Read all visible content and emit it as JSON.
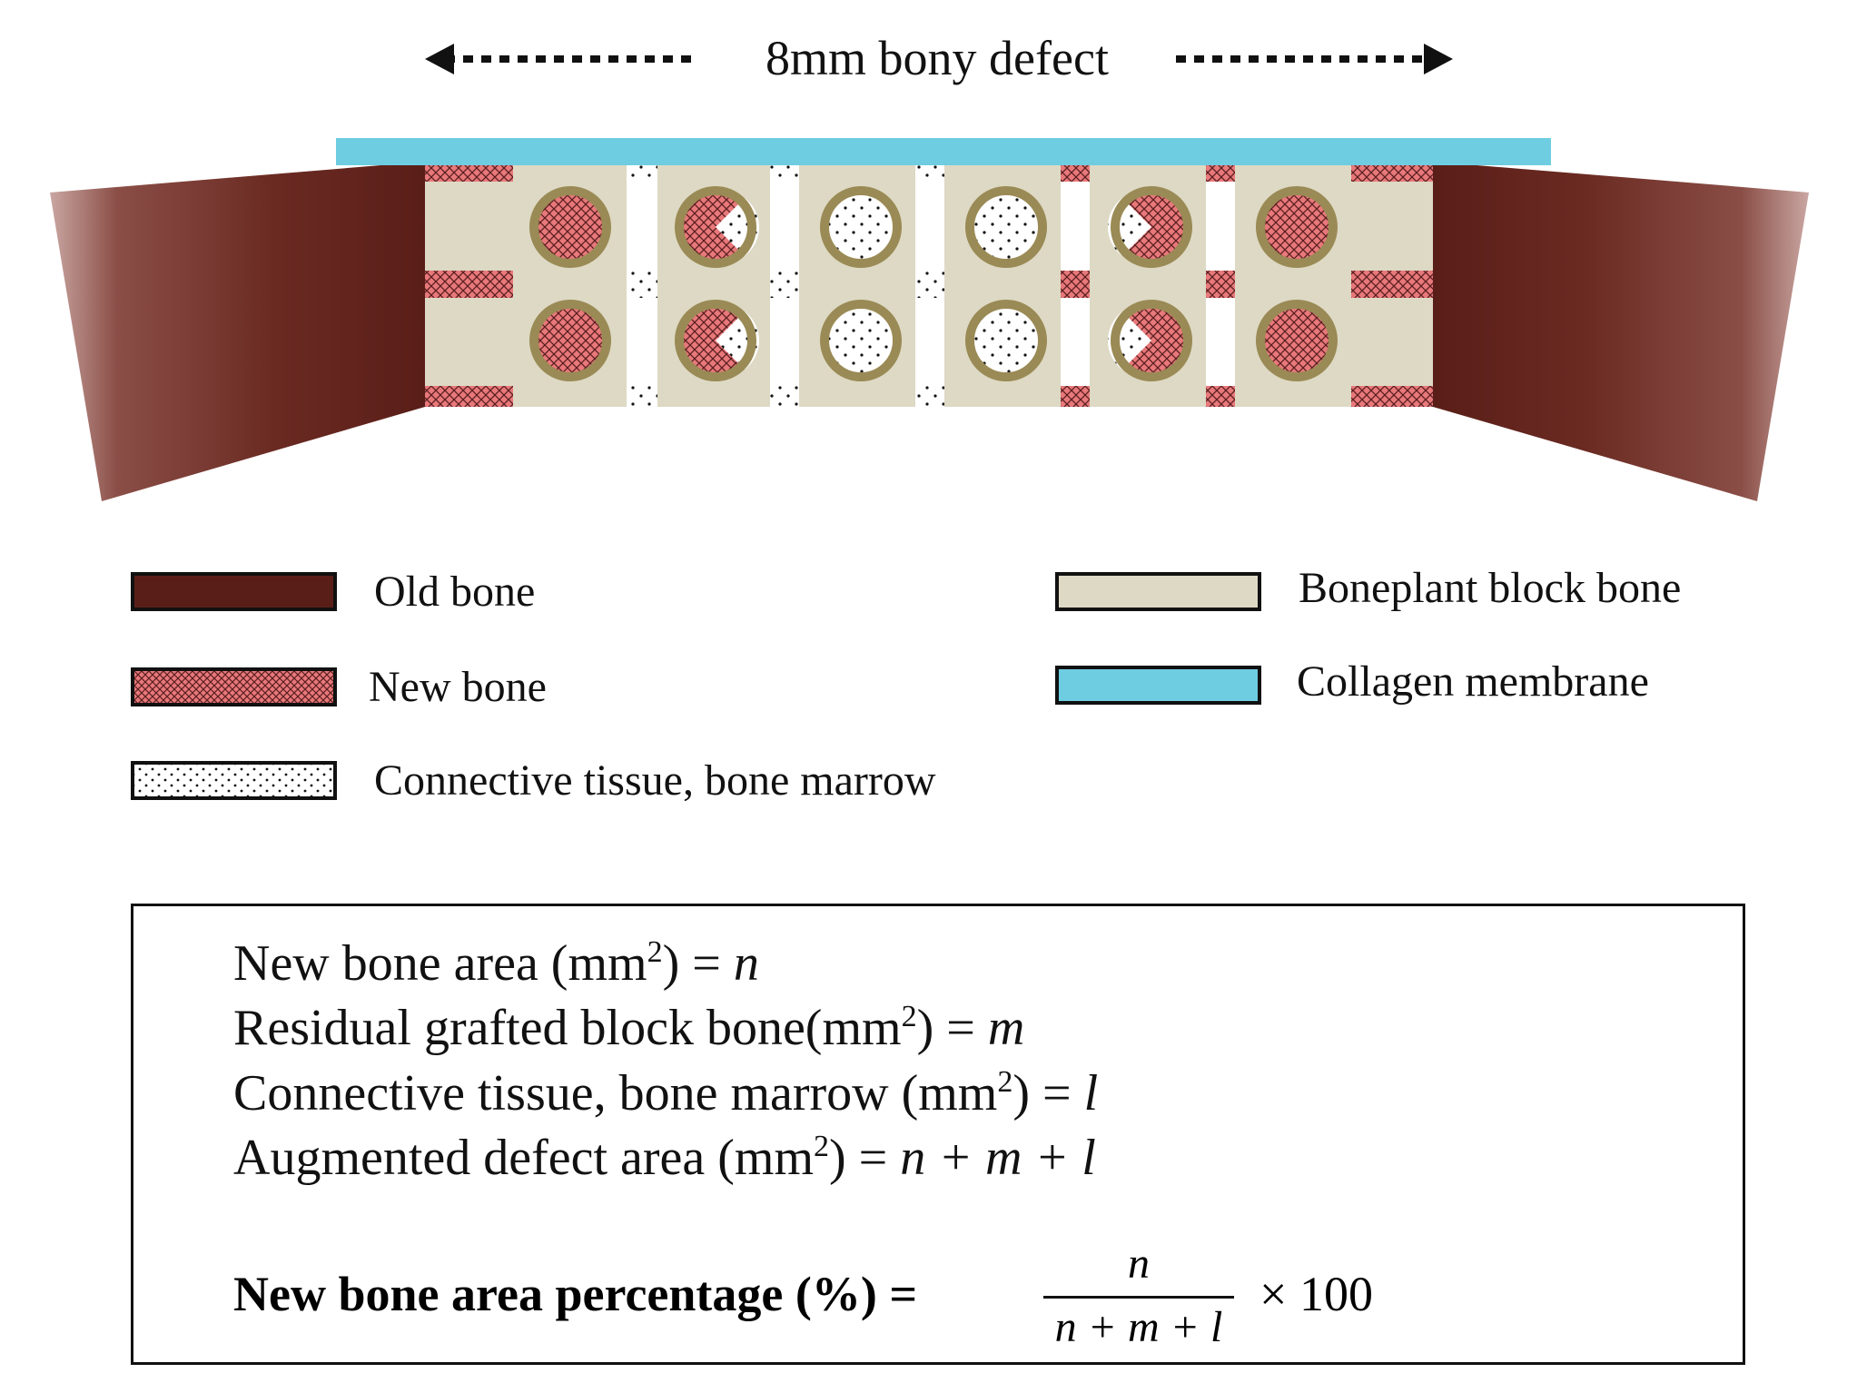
{
  "header": {
    "title": "8mm bony defect"
  },
  "colors": {
    "old_bone": "#5a1e18",
    "new_bone": "#e8787a",
    "block_bone": "#ddd9c4",
    "collagen_membrane": "#6ecde0",
    "ring": "#9a8a55",
    "connective_tissue": "#ffffff"
  },
  "legend": {
    "old_bone": "Old bone",
    "new_bone": "New bone",
    "connective": "Connective tissue, bone marrow",
    "block_bone": "Boneplant block bone",
    "collagen": "Collagen membrane"
  },
  "formulas": {
    "line1": {
      "text": "New bone area (mm",
      "sup": "2",
      "tail": ") = ",
      "var": "n"
    },
    "line2": {
      "text": "Residual grafted block bone(mm",
      "sup": "2",
      "tail": ") = ",
      "var": "m"
    },
    "line3": {
      "text": "Connective tissue, bone marrow (mm",
      "sup": "2",
      "tail": ") = ",
      "var": "l"
    },
    "line4": {
      "text": "Augmented defect area (mm",
      "sup": "2",
      "tail": ") = ",
      "var": "n + m + l"
    },
    "percentage_label": "New bone area percentage (%) =",
    "numerator": "n",
    "denominator": "n + m + l",
    "multiplier": "× 100"
  }
}
